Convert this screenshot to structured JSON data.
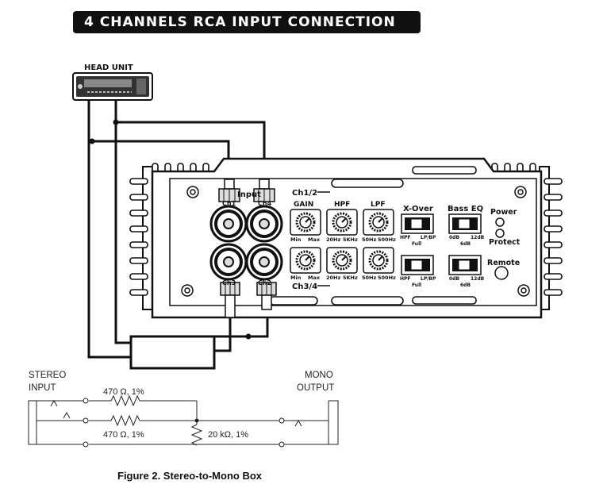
{
  "title": "4 CHANNELS RCA INPUT CONNECTION",
  "head_unit_label": "HEAD UNIT",
  "amp": {
    "input_label": "Input",
    "ch_labels": [
      "Ch1",
      "Ch4",
      "Ch3",
      "Ch2"
    ],
    "ch12_label": "Ch1/2",
    "ch34_label": "Ch3/4",
    "gain_label": "GAIN",
    "hpf_label": "HPF",
    "lpf_label": "LPF",
    "gain_min": "Min",
    "gain_max": "Max",
    "hpf_min": "20Hz",
    "hpf_max": "5KHz",
    "lpf_min": "50Hz",
    "lpf_max": "500Hz",
    "xover_label": "X-Over",
    "xover_hpf": "HPF",
    "xover_lpbp": "LP/BP",
    "xover_full": "Full",
    "basseq_label": "Bass EQ",
    "basseq_0": "0dB",
    "basseq_12": "12dB",
    "basseq_6": "6dB",
    "power_label": "Power",
    "protect_label": "Protect",
    "remote_label": "Remote"
  },
  "schematic": {
    "stereo_input_l1": "STEREO",
    "stereo_input_l2": "INPUT",
    "mono_output_l1": "MONO",
    "mono_output_l2": "OUTPUT",
    "r1": "470 Ω, 1%",
    "r2": "470 Ω, 1%",
    "r3": "20 kΩ, 1%"
  },
  "caption": "Figure 2. Stereo-to-Mono Box"
}
